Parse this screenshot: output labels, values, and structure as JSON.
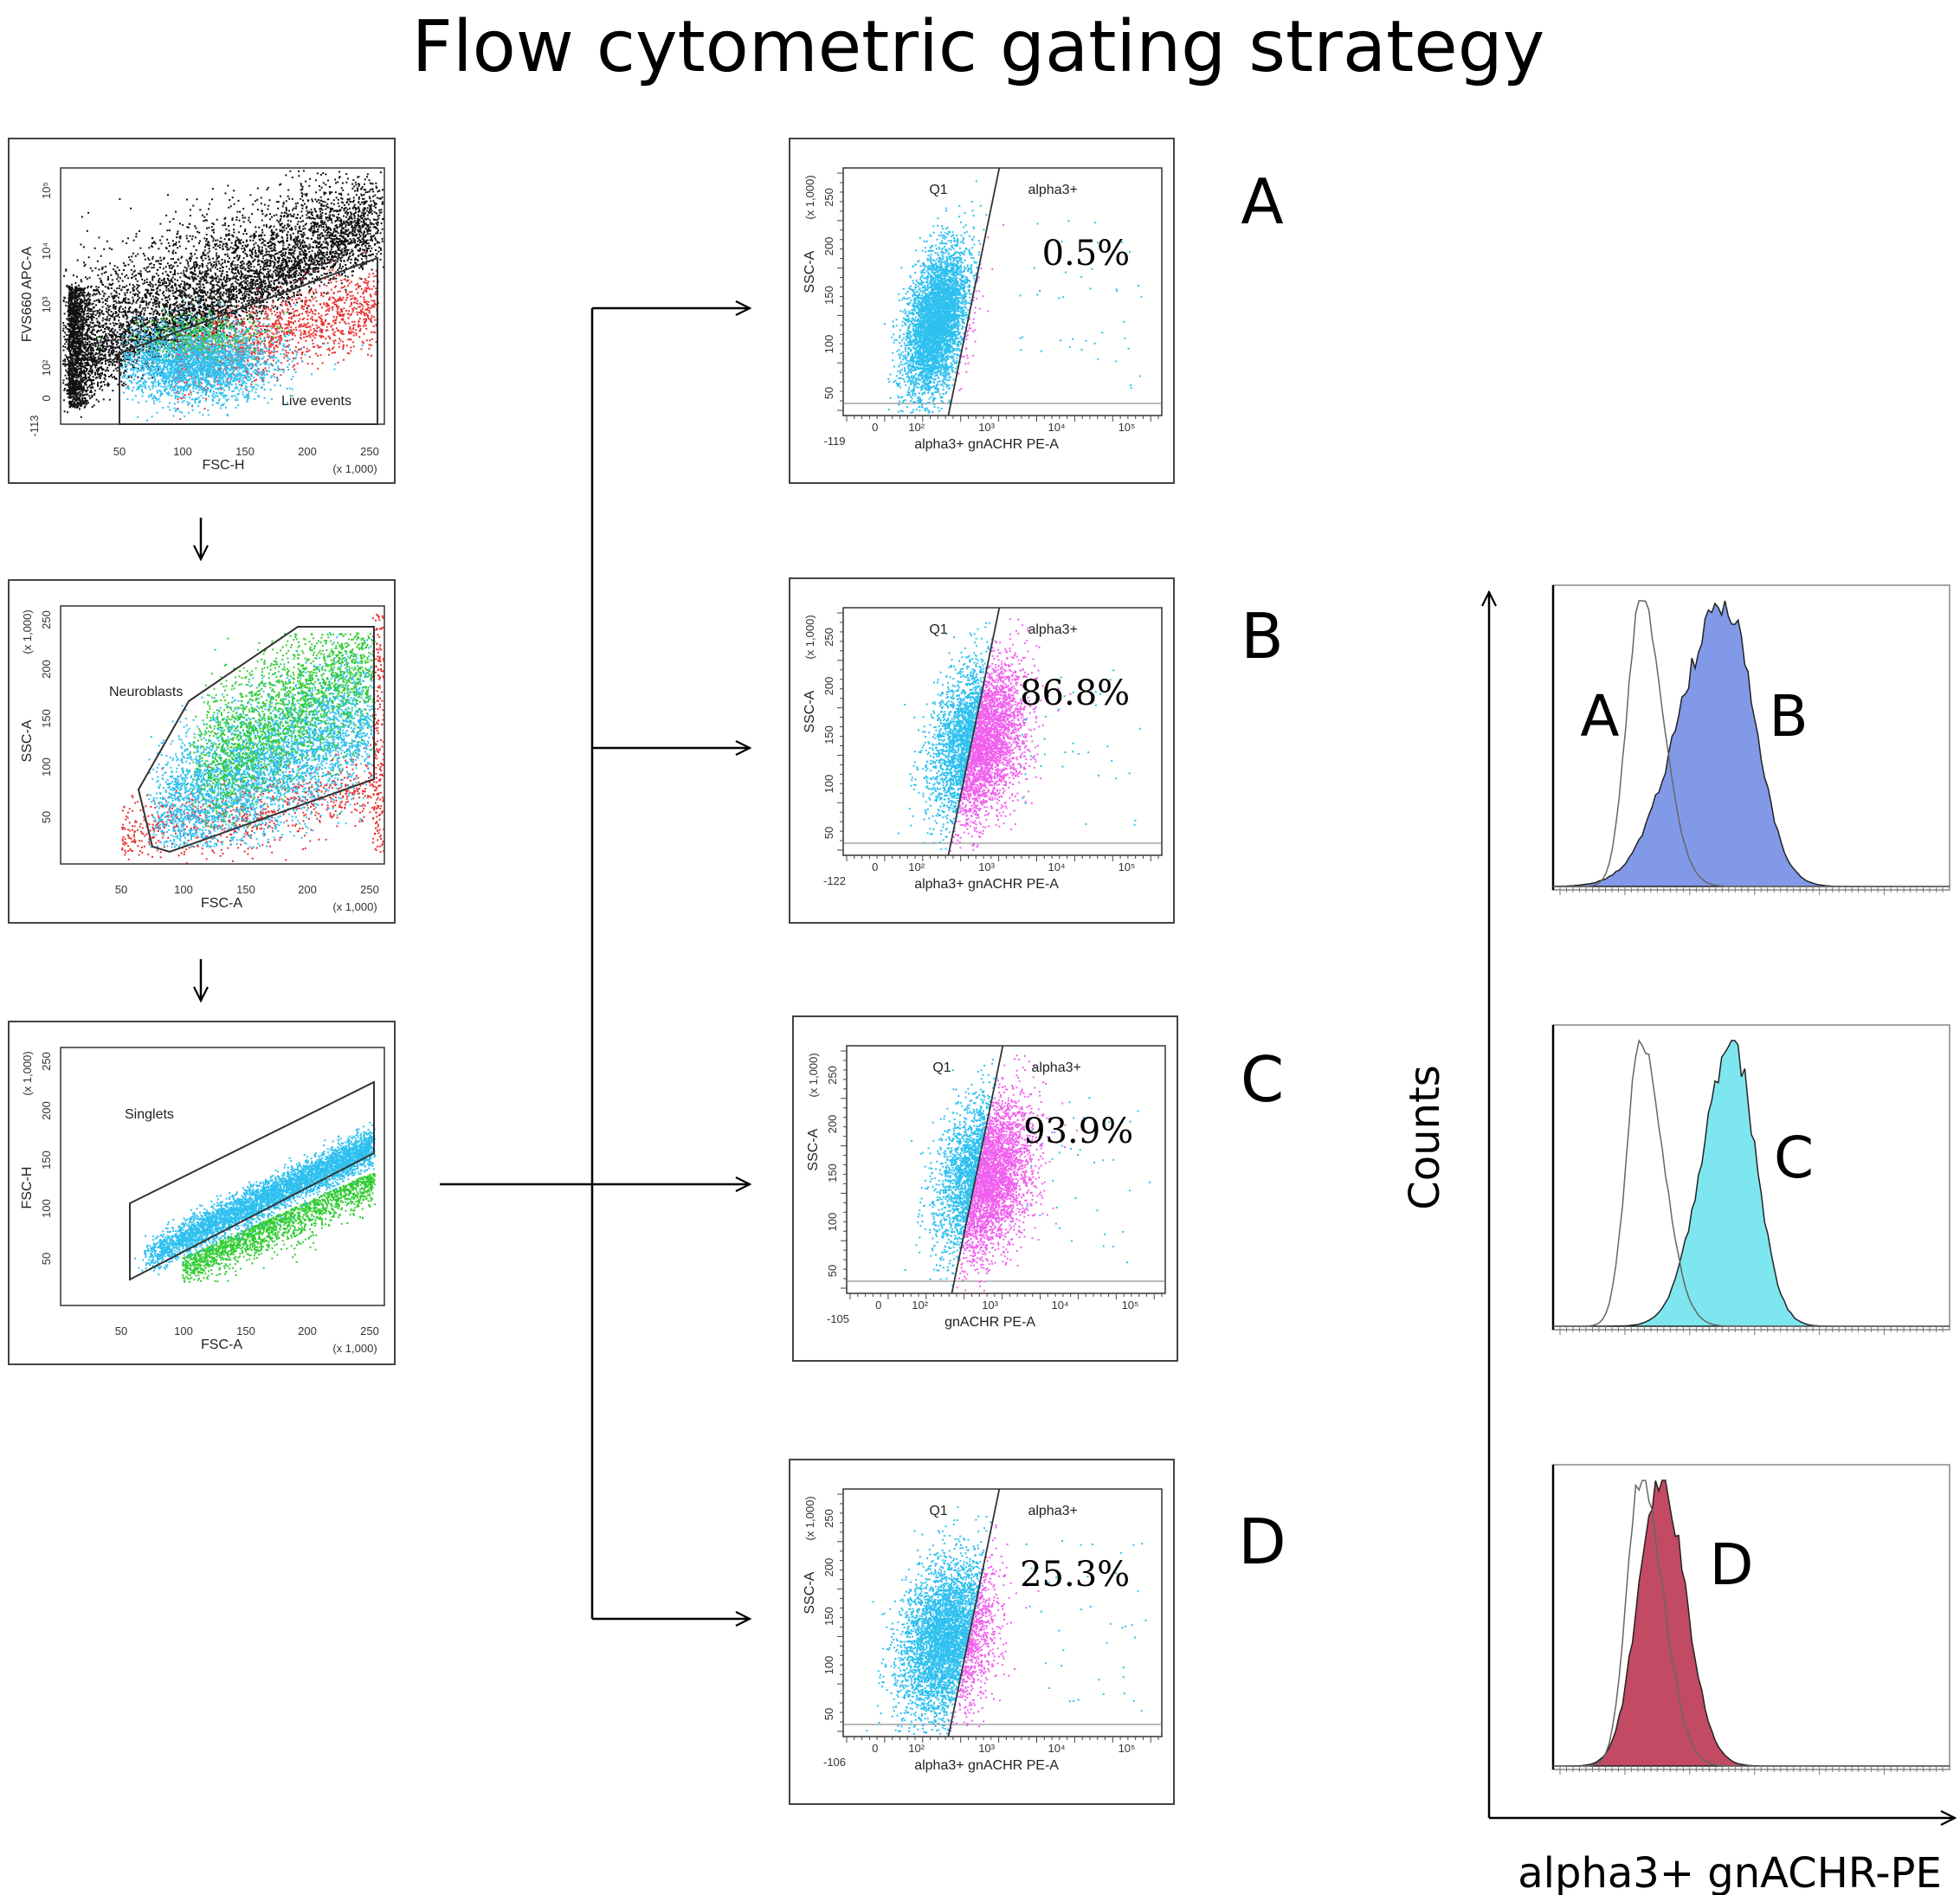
{
  "title": "Flow cytometric gating strategy",
  "gating_plots": [
    {
      "x_label": "FSC-H",
      "y_label": "FVS660 APC-A",
      "x_ticks": [
        "50",
        "100",
        "150",
        "200",
        "250"
      ],
      "y_ticks": [
        "-113",
        "0",
        "10²",
        "10³",
        "10⁴",
        "10⁵"
      ],
      "x_unit": "(x 1,000)",
      "gate_label": "Live events"
    },
    {
      "x_label": "FSC-A",
      "y_label": "SSC-A",
      "x_ticks": [
        "50",
        "100",
        "150",
        "200",
        "250"
      ],
      "y_ticks": [
        "50",
        "100",
        "150",
        "200",
        "250"
      ],
      "x_unit": "(x 1,000)",
      "y_unit": "(x 1,000)",
      "gate_label": "Neuroblasts"
    },
    {
      "x_label": "FSC-A",
      "y_label": "FSC-H",
      "x_ticks": [
        "50",
        "100",
        "150",
        "200",
        "250"
      ],
      "y_ticks": [
        "50",
        "100",
        "150",
        "200",
        "250"
      ],
      "x_unit": "(x 1,000)",
      "y_unit": "(x 1,000)",
      "gate_label": "Singlets"
    }
  ],
  "quadrant_plots": [
    {
      "panel": "A",
      "x_label": "alpha3+ gnACHR PE-A",
      "y_label": "SSC-A",
      "x_min": "-119",
      "q_left": "Q1",
      "q_right": "alpha3+",
      "percent": "0.5%",
      "y_unit": "(x 1,000)"
    },
    {
      "panel": "B",
      "x_label": "alpha3+ gnACHR PE-A",
      "y_label": "SSC-A",
      "x_min": "-122",
      "q_left": "Q1",
      "q_right": "alpha3+",
      "percent": "86.8%",
      "y_unit": "(x 1,000)"
    },
    {
      "panel": "C",
      "x_label": "gnACHR PE-A",
      "y_label": "SSC-A",
      "x_min": "-105",
      "q_left": "Q1",
      "q_right": "alpha3+",
      "percent": "93.9%",
      "y_unit": "(x 1,000)"
    },
    {
      "panel": "D",
      "x_label": "alpha3+ gnACHR PE-A",
      "y_label": "SSC-A",
      "x_min": "-106",
      "q_left": "Q1",
      "q_right": "alpha3+",
      "percent": "25.3%",
      "y_unit": "(x 1,000)"
    }
  ],
  "quadrant_x_ticks": [
    "0",
    "10²",
    "10³",
    "10⁴",
    "10⁵"
  ],
  "quadrant_y_ticks": [
    "50",
    "100",
    "150",
    "200",
    "250"
  ],
  "histograms": {
    "y_axis_label": "Counts",
    "x_axis_label": "alpha3+ gnACHR-PE",
    "panels": [
      {
        "labels": [
          "A",
          "B"
        ],
        "fill": "#8299e8"
      },
      {
        "labels": [
          "C"
        ],
        "fill": "#7ee6ef"
      },
      {
        "labels": [
          "D"
        ],
        "fill": "#c24a63"
      }
    ]
  },
  "colors": {
    "dead_events": "#111111",
    "live_events": "#e63333",
    "neuroblasts": "#2ec0ef",
    "doublets": "#33cc33",
    "positive": "#f060ee"
  }
}
